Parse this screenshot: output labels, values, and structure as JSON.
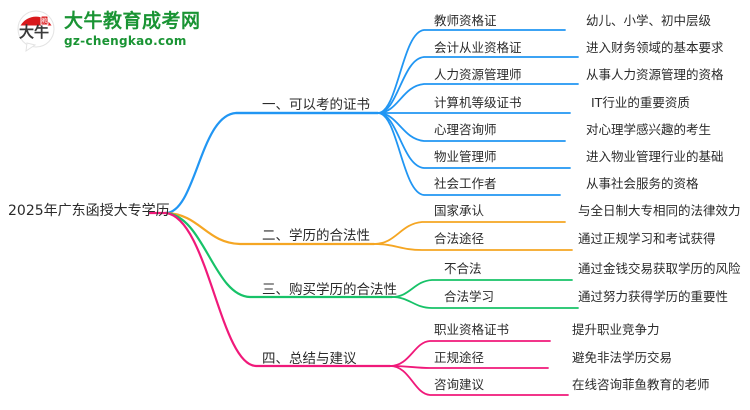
{
  "logo": {
    "mark_name": "daniu-bubble-logo",
    "title": "大牛教育成考网",
    "subtitle": "gz-chengkao.com",
    "brand_green": "#1a9434",
    "brand_red": "#d9191c"
  },
  "mindmap": {
    "root": {
      "label": "2025年广东函授大专学历"
    },
    "colors": {
      "branch1": "#2196f3",
      "branch2": "#f5a623",
      "branch3": "#17c268",
      "branch4": "#f0197a"
    },
    "branches": [
      {
        "id": "branch-1",
        "label": "一、可以考的证书",
        "color": "#2196f3",
        "children": [
          {
            "label": "教师资格证",
            "detail": "幼儿、小学、初中层级"
          },
          {
            "label": "会计从业资格证",
            "detail": "进入财务领域的基本要求"
          },
          {
            "label": "人力资源管理师",
            "detail": "从事人力资源管理的资格"
          },
          {
            "label": "计算机等级证书",
            "detail": "IT行业的重要资质"
          },
          {
            "label": "心理咨询师",
            "detail": "对心理学感兴趣的考生"
          },
          {
            "label": "物业管理师",
            "detail": "进入物业管理行业的基础"
          },
          {
            "label": "社会工作者",
            "detail": "从事社会服务的资格"
          }
        ]
      },
      {
        "id": "branch-2",
        "label": "二、学历的合法性",
        "color": "#f5a623",
        "children": [
          {
            "label": "国家承认",
            "detail": "与全日制大专相同的法律效力"
          },
          {
            "label": "合法途径",
            "detail": "通过正规学习和考试获得"
          }
        ]
      },
      {
        "id": "branch-3",
        "label": "三、购买学历的合法性",
        "color": "#17c268",
        "children": [
          {
            "label": "不合法",
            "detail": "通过金钱交易获取学历的风险"
          },
          {
            "label": "合法学习",
            "detail": "通过努力获得学历的重要性"
          }
        ]
      },
      {
        "id": "branch-4",
        "label": "四、总结与建议",
        "color": "#f0197a",
        "children": [
          {
            "label": "职业资格证书",
            "detail": "提升职业竞争力"
          },
          {
            "label": "正规途径",
            "detail": "避免非法学历交易"
          },
          {
            "label": "咨询建议",
            "detail": "在线咨询菲鱼教育的老师"
          }
        ]
      }
    ]
  }
}
